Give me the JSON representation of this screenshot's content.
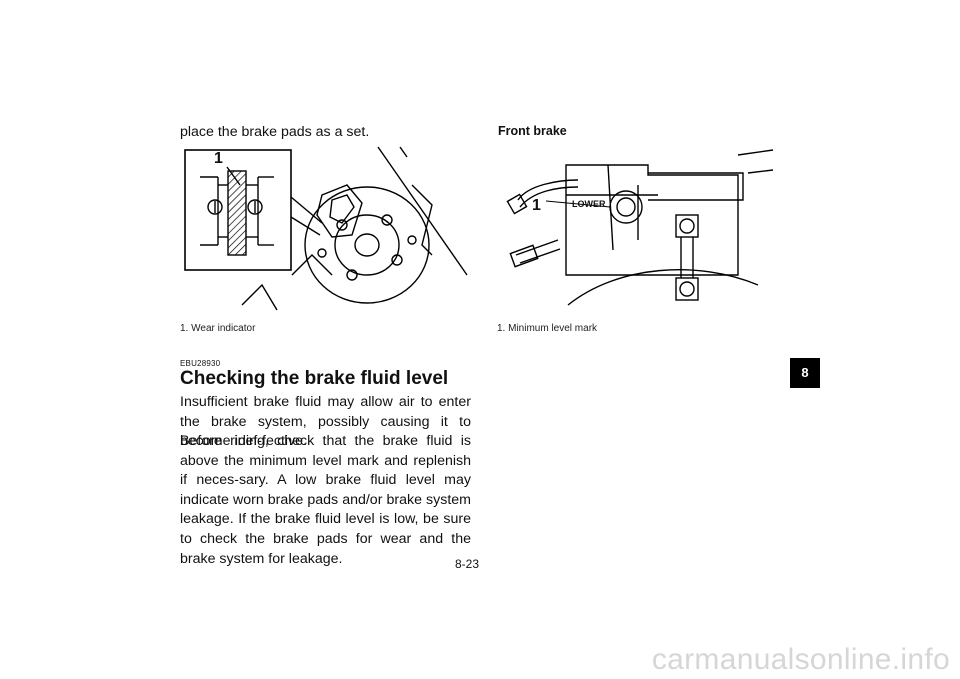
{
  "left_column": {
    "intro_text": "place the brake pads as a set.",
    "figure1": {
      "label": "1",
      "caption": "1. Wear indicator"
    },
    "section_code": "EBU28930",
    "section_title": "Checking the brake fluid level",
    "paragraph1": "Insufficient brake fluid may allow air to enter the brake system, possibly causing it to become inef-fective.",
    "paragraph2": "Before riding, check that the brake fluid is above the minimum level mark and replenish if neces-sary. A low brake fluid level may indicate worn brake pads and/or brake system leakage. If the brake fluid level is low, be sure to check the brake pads for wear and the brake system for leakage."
  },
  "right_column": {
    "subheading": "Front brake",
    "figure2": {
      "label": "1",
      "lower_mark": "LOWER",
      "caption": "1. Minimum level mark"
    }
  },
  "chapter_tab": "8",
  "page_number": "8-23",
  "watermark": "carmanualsonline.info"
}
